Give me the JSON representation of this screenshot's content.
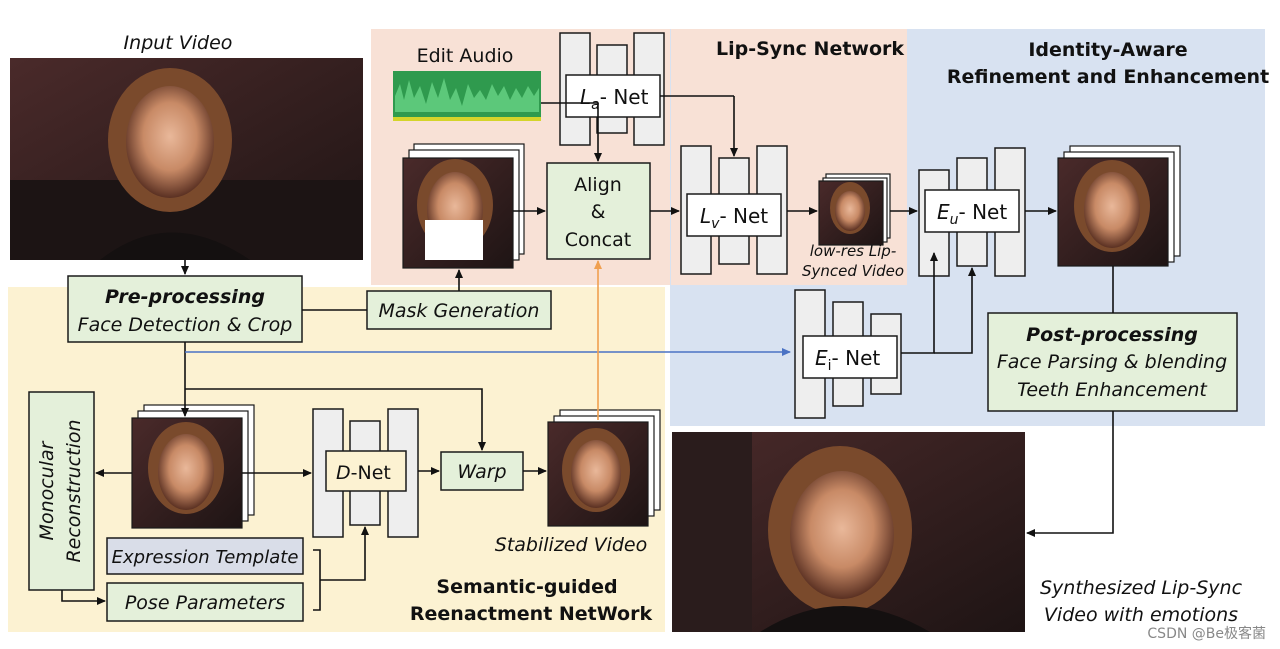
{
  "labels": {
    "input_video": "Input Video",
    "edit_audio": "Edit Audio",
    "lipsync_network": "Lip-Sync Network",
    "identity_1": "Identity-Aware",
    "identity_2": "Refinement and Enhancement",
    "la_net_sym": "L",
    "la_net_sub": "a",
    "la_net_txt": "- Net",
    "lv_net_sym": "L",
    "lv_net_sub": "v",
    "lv_net_txt": "- Net",
    "eu_net_sym": "E",
    "eu_net_sub": "u",
    "eu_net_txt": "- Net",
    "ei_net_sym": "E",
    "ei_net_sub": "i",
    "ei_net_txt": "- Net",
    "d_net_sym": "D",
    "d_net_txt": "-Net",
    "align": "Align",
    "amp": "&",
    "concat": "Concat",
    "lowres_1": "low-res Lip-",
    "lowres_2": "Synced Video",
    "preproc_title": "Pre-processing",
    "preproc_sub": "Face Detection & Crop",
    "mask_gen": "Mask Generation",
    "postproc_title": "Post-processing",
    "postproc_1": "Face Parsing & blending",
    "postproc_2": "Teeth Enhancement",
    "monocular_1": "Monocular",
    "monocular_2": "Reconstruction",
    "warp": "Warp",
    "stabilized": "Stabilized Video",
    "expr_template": "Expression Template",
    "pose_params": "Pose Parameters",
    "semantic_1": "Semantic-guided",
    "semantic_2": "Reenactment NetWork",
    "synth_1": "Synthesized Lip-Sync",
    "synth_2": "Video with emotions",
    "watermark": "CSDN @Be极客菌"
  },
  "colors": {
    "lipsync_bg": "#f8e1d6",
    "identity_bg": "#d8e2f1",
    "semantic_bg": "#fcf2d2",
    "box_green": "#e4f0da",
    "blue_arrow": "#4a72c4",
    "orange_arrow": "#f0a050",
    "expr_box": "#d9dde8"
  }
}
